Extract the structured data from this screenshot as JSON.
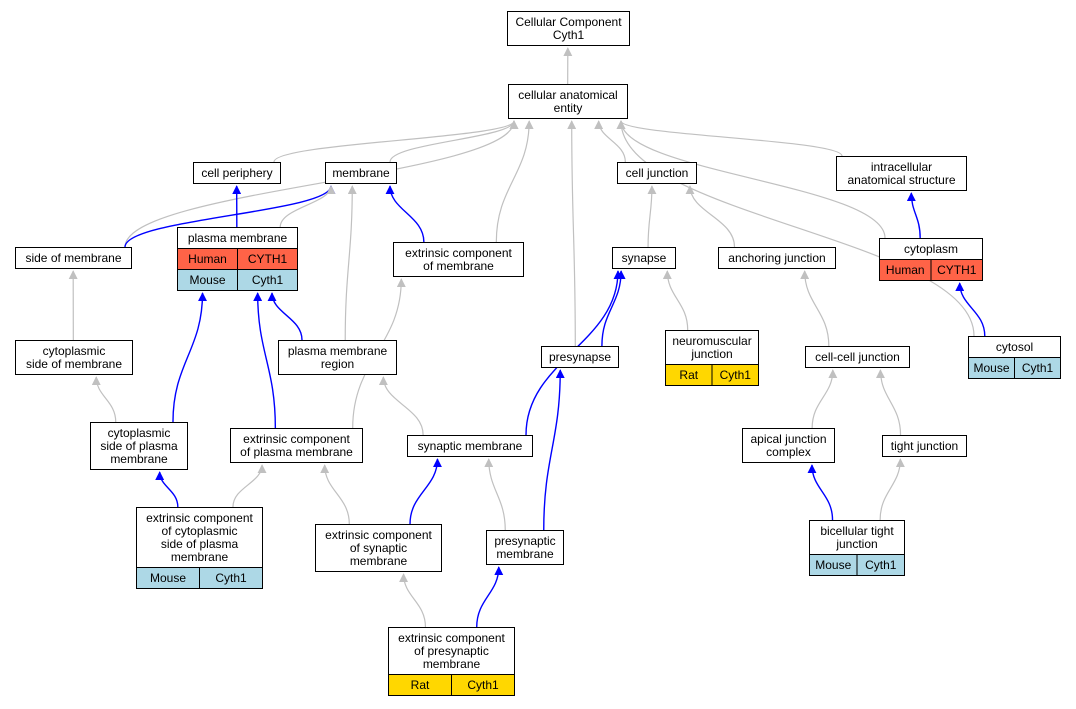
{
  "colors": {
    "is_a_edge": "#c0c0c0",
    "part_of_edge": "#0000ff",
    "human": "#ff6347",
    "mouse": "#add8e6",
    "rat": "#ffd700"
  },
  "nodes": [
    {
      "id": "root",
      "lines": [
        "Cellular Component",
        "Cyth1"
      ]
    },
    {
      "id": "cae",
      "lines": [
        "cellular anatomical",
        "entity"
      ]
    },
    {
      "id": "cellper",
      "lines": [
        "cell periphery"
      ]
    },
    {
      "id": "membrane",
      "lines": [
        "membrane"
      ]
    },
    {
      "id": "celljunc",
      "lines": [
        "cell junction"
      ]
    },
    {
      "id": "ias",
      "lines": [
        "intracellular",
        "anatomical structure"
      ]
    },
    {
      "id": "sideofmem",
      "lines": [
        "side of membrane"
      ]
    },
    {
      "id": "plasmamem",
      "lines": [
        "plasma membrane"
      ],
      "species": [
        {
          "org": "Human",
          "gene": "CYTH1",
          "color": "human"
        },
        {
          "org": "Mouse",
          "gene": "Cyth1",
          "color": "mouse"
        }
      ]
    },
    {
      "id": "extcompmem",
      "lines": [
        "extrinsic component",
        "of membrane"
      ]
    },
    {
      "id": "synapse",
      "lines": [
        "synapse"
      ]
    },
    {
      "id": "anchjunc",
      "lines": [
        "anchoring junction"
      ]
    },
    {
      "id": "cytoplasm",
      "lines": [
        "cytoplasm"
      ],
      "species": [
        {
          "org": "Human",
          "gene": "CYTH1",
          "color": "human"
        }
      ]
    },
    {
      "id": "cytosideofmem",
      "lines": [
        "cytoplasmic",
        "side of membrane"
      ]
    },
    {
      "id": "pmregion",
      "lines": [
        "plasma membrane",
        "region"
      ]
    },
    {
      "id": "presynapse",
      "lines": [
        "presynapse"
      ]
    },
    {
      "id": "nmj",
      "lines": [
        "neuromuscular",
        "junction"
      ],
      "species": [
        {
          "org": "Rat",
          "gene": "Cyth1",
          "color": "rat"
        }
      ]
    },
    {
      "id": "ccjunc",
      "lines": [
        "cell-cell junction"
      ]
    },
    {
      "id": "cytosol",
      "lines": [
        "cytosol"
      ],
      "species": [
        {
          "org": "Mouse",
          "gene": "Cyth1",
          "color": "mouse"
        }
      ]
    },
    {
      "id": "cytosidepm",
      "lines": [
        "cytoplasmic",
        "side of plasma",
        "membrane"
      ]
    },
    {
      "id": "extcomppm",
      "lines": [
        "extrinsic component",
        "of plasma membrane"
      ]
    },
    {
      "id": "synmem",
      "lines": [
        "synaptic membrane"
      ]
    },
    {
      "id": "apicaljunc",
      "lines": [
        "apical junction",
        "complex"
      ]
    },
    {
      "id": "tightjunc",
      "lines": [
        "tight junction"
      ]
    },
    {
      "id": "extcompcyto",
      "lines": [
        "extrinsic component",
        "of cytoplasmic",
        "side of plasma",
        "membrane"
      ],
      "species": [
        {
          "org": "Mouse",
          "gene": "Cyth1",
          "color": "mouse"
        }
      ]
    },
    {
      "id": "extcompsyn",
      "lines": [
        "extrinsic component",
        "of synaptic",
        "membrane"
      ]
    },
    {
      "id": "presynmem",
      "lines": [
        "presynaptic",
        "membrane"
      ]
    },
    {
      "id": "bicelltight",
      "lines": [
        "bicellular tight",
        "junction"
      ],
      "species": [
        {
          "org": "Mouse",
          "gene": "Cyth1",
          "color": "mouse"
        }
      ]
    },
    {
      "id": "extcomppresyn",
      "lines": [
        "extrinsic component",
        "of presynaptic",
        "membrane"
      ],
      "species": [
        {
          "org": "Rat",
          "gene": "Cyth1",
          "color": "rat"
        }
      ]
    }
  ],
  "edges": [
    {
      "from": "cae",
      "to": "root",
      "type": "is_a"
    },
    {
      "from": "cellper",
      "to": "cae",
      "type": "is_a"
    },
    {
      "from": "membrane",
      "to": "cae",
      "type": "is_a"
    },
    {
      "from": "celljunc",
      "to": "cae",
      "type": "is_a"
    },
    {
      "from": "ias",
      "to": "cae",
      "type": "is_a"
    },
    {
      "from": "sideofmem",
      "to": "cae",
      "type": "is_a"
    },
    {
      "from": "extcompmem",
      "to": "cae",
      "type": "is_a"
    },
    {
      "from": "presynapse",
      "to": "cae",
      "type": "is_a"
    },
    {
      "from": "cytoplasm",
      "to": "cae",
      "type": "is_a"
    },
    {
      "from": "cytosol",
      "to": "cae",
      "type": "is_a"
    },
    {
      "from": "sideofmem",
      "to": "membrane",
      "type": "part_of"
    },
    {
      "from": "plasmamem",
      "to": "cellper",
      "type": "part_of"
    },
    {
      "from": "plasmamem",
      "to": "membrane",
      "type": "is_a"
    },
    {
      "from": "extcompmem",
      "to": "membrane",
      "type": "part_of"
    },
    {
      "from": "pmregion",
      "to": "membrane",
      "type": "is_a"
    },
    {
      "from": "synapse",
      "to": "celljunc",
      "type": "is_a"
    },
    {
      "from": "anchjunc",
      "to": "celljunc",
      "type": "is_a"
    },
    {
      "from": "cytoplasm",
      "to": "ias",
      "type": "part_of"
    },
    {
      "from": "cytosideofmem",
      "to": "sideofmem",
      "type": "is_a"
    },
    {
      "from": "pmregion",
      "to": "plasmamem",
      "type": "part_of"
    },
    {
      "from": "presynapse",
      "to": "synapse",
      "type": "part_of"
    },
    {
      "from": "nmj",
      "to": "synapse",
      "type": "is_a"
    },
    {
      "from": "ccjunc",
      "to": "anchjunc",
      "type": "is_a"
    },
    {
      "from": "cytosol",
      "to": "cytoplasm",
      "type": "part_of"
    },
    {
      "from": "cytosidepm",
      "to": "cytosideofmem",
      "type": "is_a"
    },
    {
      "from": "cytosidepm",
      "to": "plasmamem",
      "type": "part_of"
    },
    {
      "from": "extcomppm",
      "to": "plasmamem",
      "type": "part_of"
    },
    {
      "from": "extcomppm",
      "to": "extcompmem",
      "type": "is_a"
    },
    {
      "from": "synmem",
      "to": "synapse",
      "type": "part_of"
    },
    {
      "from": "synmem",
      "to": "pmregion",
      "type": "is_a"
    },
    {
      "from": "apicaljunc",
      "to": "ccjunc",
      "type": "is_a"
    },
    {
      "from": "tightjunc",
      "to": "ccjunc",
      "type": "is_a"
    },
    {
      "from": "extcompcyto",
      "to": "cytosidepm",
      "type": "part_of"
    },
    {
      "from": "extcompcyto",
      "to": "extcomppm",
      "type": "is_a"
    },
    {
      "from": "extcompsyn",
      "to": "synmem",
      "type": "part_of"
    },
    {
      "from": "extcompsyn",
      "to": "extcomppm",
      "type": "is_a"
    },
    {
      "from": "presynmem",
      "to": "synmem",
      "type": "is_a"
    },
    {
      "from": "presynmem",
      "to": "presynapse",
      "type": "part_of"
    },
    {
      "from": "bicelltight",
      "to": "apicaljunc",
      "type": "part_of"
    },
    {
      "from": "bicelltight",
      "to": "tightjunc",
      "type": "is_a"
    },
    {
      "from": "extcomppresyn",
      "to": "extcompsyn",
      "type": "is_a"
    },
    {
      "from": "extcomppresyn",
      "to": "presynmem",
      "type": "part_of"
    }
  ]
}
